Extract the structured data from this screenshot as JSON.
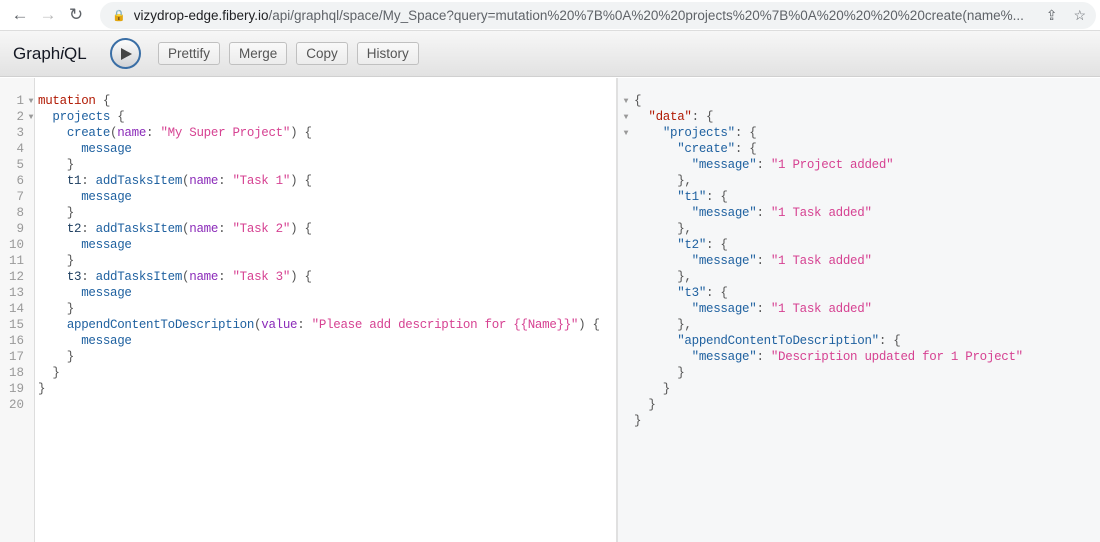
{
  "browser": {
    "url_host": "vizydrop-edge.fibery.io",
    "url_rest": "/api/graphql/space/My_Space?query=mutation%20%7B%0A%20%20projects%20%7B%0A%20%20%20%20create(name%..."
  },
  "toolbar": {
    "title_a": "Graph",
    "title_i": "i",
    "title_b": "QL",
    "buttons": [
      "Prettify",
      "Merge",
      "Copy",
      "History"
    ]
  },
  "colors": {
    "keyword": "#b11a04",
    "property": "#1f61a0",
    "attribute": "#8b2bb9",
    "string": "#d64292"
  },
  "query_lines": [
    {
      "n": "1",
      "fold": true,
      "t": [
        [
          "k",
          "mutation"
        ],
        [
          "n",
          " {"
        ]
      ]
    },
    {
      "n": "2",
      "fold": true,
      "t": [
        [
          "n",
          "  "
        ],
        [
          "p",
          "projects"
        ],
        [
          "n",
          " {"
        ]
      ]
    },
    {
      "n": "3",
      "t": [
        [
          "n",
          "    "
        ],
        [
          "p",
          "create"
        ],
        [
          "n",
          "("
        ],
        [
          "a",
          "name"
        ],
        [
          "n",
          ": "
        ],
        [
          "s",
          "\"My Super Project\""
        ],
        [
          "n",
          ") {"
        ]
      ]
    },
    {
      "n": "4",
      "t": [
        [
          "n",
          "      "
        ],
        [
          "p",
          "message"
        ]
      ]
    },
    {
      "n": "5",
      "t": [
        [
          "n",
          "    }"
        ]
      ]
    },
    {
      "n": "6",
      "t": [
        [
          "n",
          "    "
        ],
        [
          "al",
          "t1"
        ],
        [
          "n",
          ": "
        ],
        [
          "p",
          "addTasksItem"
        ],
        [
          "n",
          "("
        ],
        [
          "a",
          "name"
        ],
        [
          "n",
          ": "
        ],
        [
          "s",
          "\"Task 1\""
        ],
        [
          "n",
          ") {"
        ]
      ]
    },
    {
      "n": "7",
      "t": [
        [
          "n",
          "      "
        ],
        [
          "p",
          "message"
        ]
      ]
    },
    {
      "n": "8",
      "t": [
        [
          "n",
          "    }"
        ]
      ]
    },
    {
      "n": "9",
      "t": [
        [
          "n",
          "    "
        ],
        [
          "al",
          "t2"
        ],
        [
          "n",
          ": "
        ],
        [
          "p",
          "addTasksItem"
        ],
        [
          "n",
          "("
        ],
        [
          "a",
          "name"
        ],
        [
          "n",
          ": "
        ],
        [
          "s",
          "\"Task 2\""
        ],
        [
          "n",
          ") {"
        ]
      ]
    },
    {
      "n": "10",
      "t": [
        [
          "n",
          "      "
        ],
        [
          "p",
          "message"
        ]
      ]
    },
    {
      "n": "11",
      "t": [
        [
          "n",
          "    }"
        ]
      ]
    },
    {
      "n": "12",
      "t": [
        [
          "n",
          "    "
        ],
        [
          "al",
          "t3"
        ],
        [
          "n",
          ": "
        ],
        [
          "p",
          "addTasksItem"
        ],
        [
          "n",
          "("
        ],
        [
          "a",
          "name"
        ],
        [
          "n",
          ": "
        ],
        [
          "s",
          "\"Task 3\""
        ],
        [
          "n",
          ") {"
        ]
      ]
    },
    {
      "n": "13",
      "t": [
        [
          "n",
          "      "
        ],
        [
          "p",
          "message"
        ]
      ]
    },
    {
      "n": "14",
      "t": [
        [
          "n",
          "    }"
        ]
      ]
    },
    {
      "n": "15",
      "t": [
        [
          "n",
          "    "
        ],
        [
          "p",
          "appendContentToDescription"
        ],
        [
          "n",
          "("
        ],
        [
          "a",
          "value"
        ],
        [
          "n",
          ": "
        ],
        [
          "s",
          "\"Please add description for {{Name}}\""
        ],
        [
          "n",
          ") {"
        ]
      ]
    },
    {
      "n": "16",
      "t": [
        [
          "n",
          "      "
        ],
        [
          "p",
          "message"
        ]
      ]
    },
    {
      "n": "17",
      "t": [
        [
          "n",
          "    }"
        ]
      ]
    },
    {
      "n": "18",
      "t": [
        [
          "n",
          "  }"
        ]
      ]
    },
    {
      "n": "19",
      "t": [
        [
          "n",
          "}"
        ]
      ]
    },
    {
      "n": "20",
      "t": []
    }
  ],
  "result_lines": [
    {
      "fold": true,
      "t": [
        [
          "n",
          "{"
        ]
      ]
    },
    {
      "fold": true,
      "t": [
        [
          "n",
          "  "
        ],
        [
          "k",
          "\"data\""
        ],
        [
          "n",
          ": {"
        ]
      ]
    },
    {
      "fold": true,
      "t": [
        [
          "n",
          "    "
        ],
        [
          "p",
          "\"projects\""
        ],
        [
          "n",
          ": {"
        ]
      ]
    },
    {
      "t": [
        [
          "n",
          "      "
        ],
        [
          "p",
          "\"create\""
        ],
        [
          "n",
          ": {"
        ]
      ]
    },
    {
      "t": [
        [
          "n",
          "        "
        ],
        [
          "p",
          "\"message\""
        ],
        [
          "n",
          ": "
        ],
        [
          "s",
          "\"1 Project added\""
        ]
      ]
    },
    {
      "t": [
        [
          "n",
          "      },"
        ]
      ]
    },
    {
      "t": [
        [
          "n",
          "      "
        ],
        [
          "p",
          "\"t1\""
        ],
        [
          "n",
          ": {"
        ]
      ]
    },
    {
      "t": [
        [
          "n",
          "        "
        ],
        [
          "p",
          "\"message\""
        ],
        [
          "n",
          ": "
        ],
        [
          "s",
          "\"1 Task added\""
        ]
      ]
    },
    {
      "t": [
        [
          "n",
          "      },"
        ]
      ]
    },
    {
      "t": [
        [
          "n",
          "      "
        ],
        [
          "p",
          "\"t2\""
        ],
        [
          "n",
          ": {"
        ]
      ]
    },
    {
      "t": [
        [
          "n",
          "        "
        ],
        [
          "p",
          "\"message\""
        ],
        [
          "n",
          ": "
        ],
        [
          "s",
          "\"1 Task added\""
        ]
      ]
    },
    {
      "t": [
        [
          "n",
          "      },"
        ]
      ]
    },
    {
      "t": [
        [
          "n",
          "      "
        ],
        [
          "p",
          "\"t3\""
        ],
        [
          "n",
          ": {"
        ]
      ]
    },
    {
      "t": [
        [
          "n",
          "        "
        ],
        [
          "p",
          "\"message\""
        ],
        [
          "n",
          ": "
        ],
        [
          "s",
          "\"1 Task added\""
        ]
      ]
    },
    {
      "t": [
        [
          "n",
          "      },"
        ]
      ]
    },
    {
      "t": [
        [
          "n",
          "      "
        ],
        [
          "p",
          "\"appendContentToDescription\""
        ],
        [
          "n",
          ": {"
        ]
      ]
    },
    {
      "t": [
        [
          "n",
          "        "
        ],
        [
          "p",
          "\"message\""
        ],
        [
          "n",
          ": "
        ],
        [
          "s",
          "\"Description updated for 1 Project\""
        ]
      ]
    },
    {
      "t": [
        [
          "n",
          "      }"
        ]
      ]
    },
    {
      "t": [
        [
          "n",
          "    }"
        ]
      ]
    },
    {
      "t": [
        [
          "n",
          "  }"
        ]
      ]
    },
    {
      "t": [
        [
          "n",
          "}"
        ]
      ]
    }
  ]
}
